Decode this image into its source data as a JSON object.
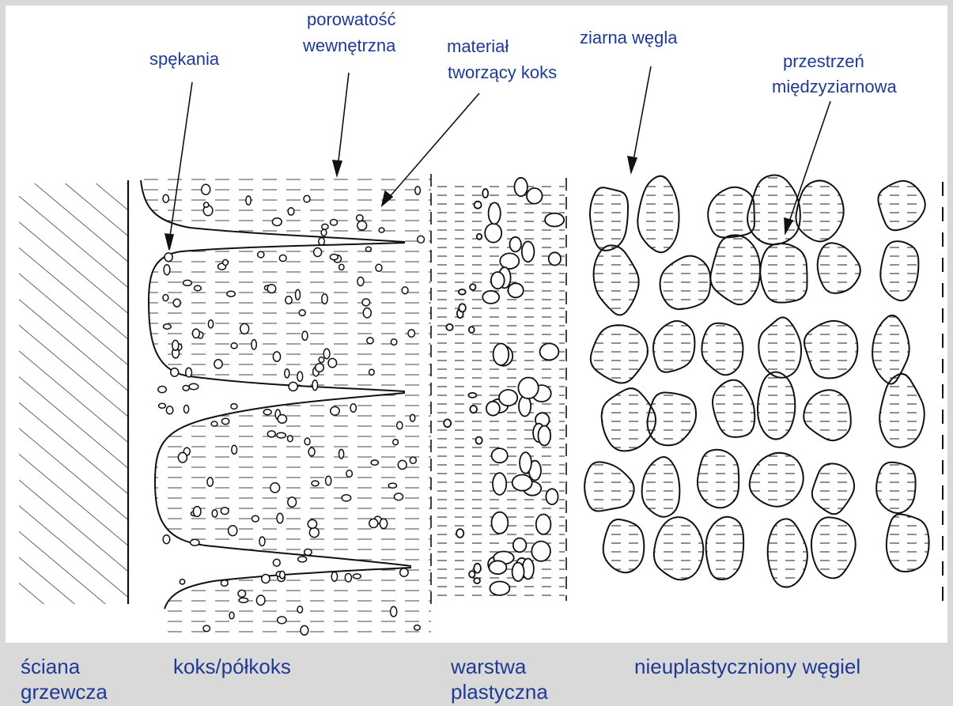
{
  "labels": {
    "cracks": "spękania",
    "porosity_line1": "porowatość",
    "porosity_line2": "wewnętrzna",
    "coke_material_line1": "materiał",
    "coke_material_line2": "tworzący koks",
    "coal_grains": "ziarna węgla",
    "intergranular_line1": "przestrzeń",
    "intergranular_line2": "międzyziarnowa"
  },
  "zones": {
    "heating_wall_line1": "ściana",
    "heating_wall_line2": "grzewcza",
    "coke_semicoke": "koks/półkoks",
    "plastic_layer_line1": "warstwa",
    "plastic_layer_line2": "plastyczna",
    "unplasticized_coal": "nieuplastyczniony węgiel"
  },
  "colors": {
    "label_text": "#1f3a93",
    "line_art": "#111111",
    "background": "#d9d9d9",
    "panel": "#ffffff"
  }
}
